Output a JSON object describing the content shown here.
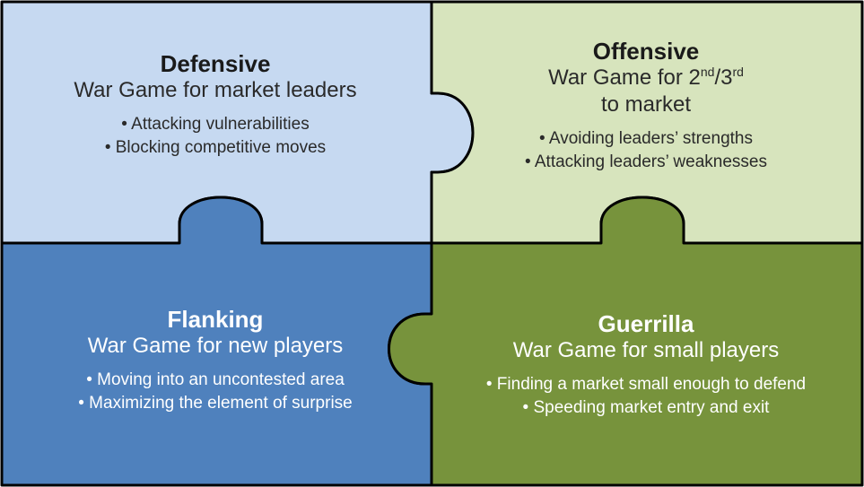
{
  "colors": {
    "defensive": "#c6d9f1",
    "offensive": "#d7e4bd",
    "flanking": "#4f81bd",
    "guerrilla": "#77933c",
    "outline": "#000000"
  },
  "quadrants": {
    "defensive": {
      "title": "Defensive",
      "subtitle": "War Game for market leaders",
      "bullets": [
        "• Attacking vulnerabilities",
        "• Blocking competitive moves"
      ]
    },
    "offensive": {
      "title": "Offensive",
      "subtitle_prefix": "War Game for 2",
      "sup1": "nd",
      "slash": "/3",
      "sup2": "rd",
      "subtitle_line2": "to market",
      "bullets": [
        "• Avoiding leaders’ strengths",
        "• Attacking leaders’ weaknesses"
      ]
    },
    "flanking": {
      "title": "Flanking",
      "subtitle": "War Game for new players",
      "bullets": [
        "• Moving into an uncontested area",
        "• Maximizing the element of surprise"
      ]
    },
    "guerrilla": {
      "title": "Guerrilla",
      "subtitle": "War Game for small players",
      "bullets": [
        "• Finding a market small enough to defend",
        "• Speeding market entry and exit"
      ]
    }
  }
}
